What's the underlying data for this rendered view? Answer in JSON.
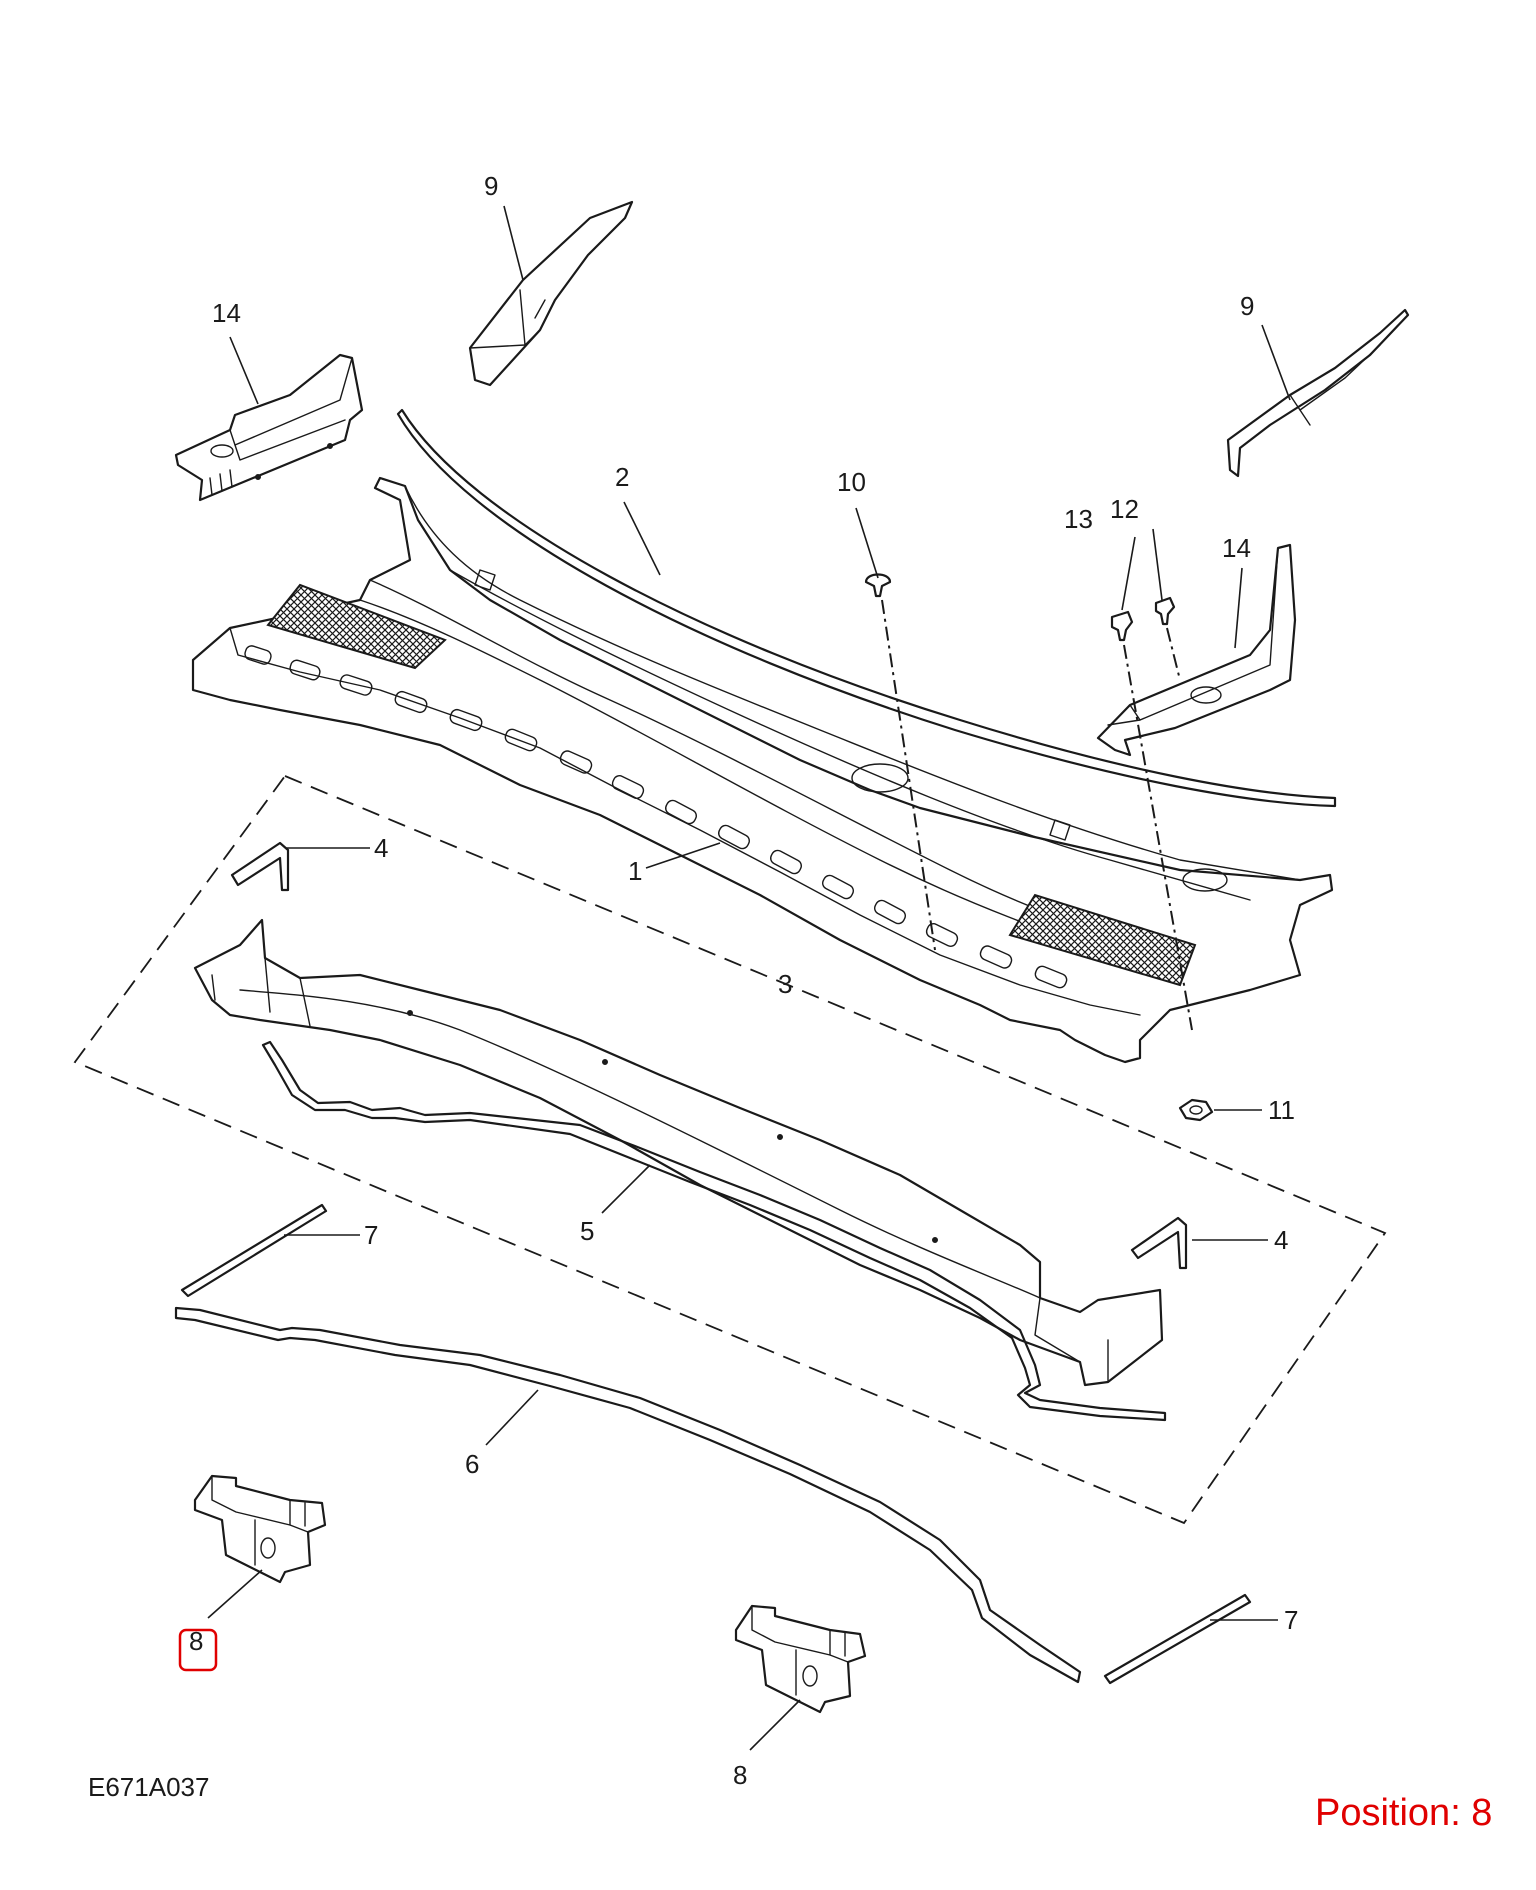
{
  "diagram": {
    "drawing_code": "E671A037",
    "position_text": "Position: 8",
    "highlight_color": "#e00000",
    "highlighted_callout": "8",
    "callouts": {
      "c1": "1",
      "c2": "2",
      "c3": "3",
      "c4a": "4",
      "c4b": "4",
      "c5": "5",
      "c6": "6",
      "c7a": "7",
      "c7b": "7",
      "c8a": "8",
      "c8b": "8",
      "c9a": "9",
      "c9b": "9",
      "c10": "10",
      "c11": "11",
      "c12": "12",
      "c13": "13",
      "c14a": "14",
      "c14b": "14"
    }
  }
}
